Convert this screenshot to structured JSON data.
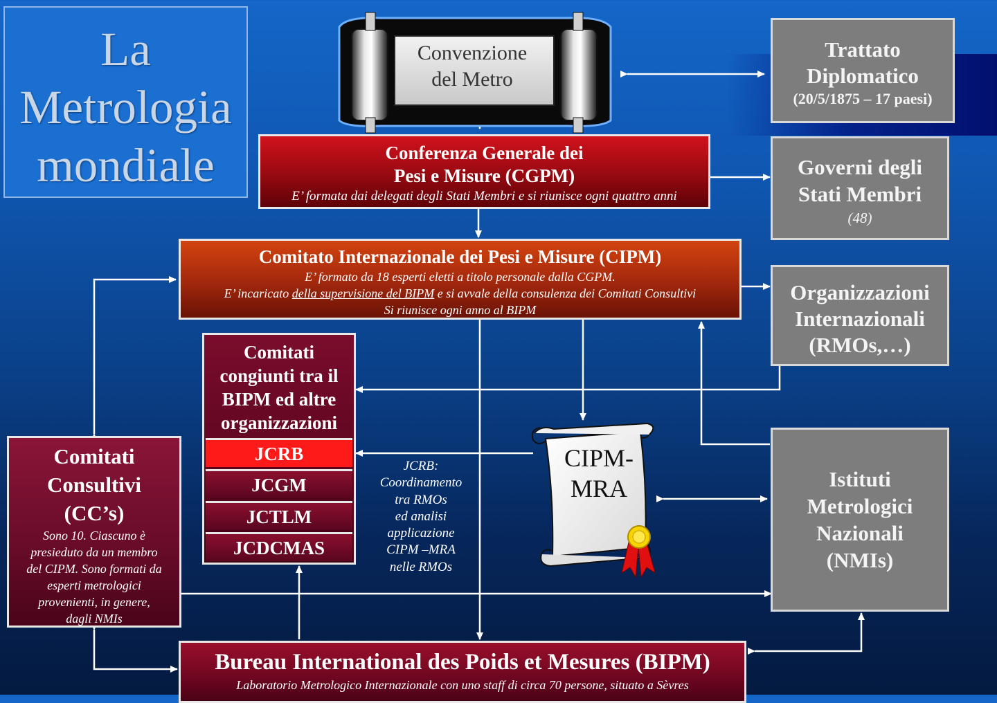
{
  "title": [
    "La",
    "Metrologia",
    "mondiale"
  ],
  "convenzione": [
    "Convenzione",
    "del Metro"
  ],
  "trattato": {
    "line1": "Trattato",
    "line2": "Diplomatico",
    "line3": "(20/5/1875 – 17 paesi)"
  },
  "cgpm": {
    "line1": "Conferenza Generale dei",
    "line2": "Pesi e Misure (CGPM)",
    "note": "E’ formata dai delegati degli Stati Membri e si riunisce ogni quattro anni"
  },
  "governi": {
    "line1": "Governi degli",
    "line2": "Stati Membri",
    "line3": "(48)"
  },
  "cipm": {
    "title": "Comitato Internazionale dei Pesi e Misure (CIPM)",
    "note1": "E’ formato da 18 esperti eletti a titolo personale dalla CGPM.",
    "note2_pre": "E’ incaricato ",
    "note2_link": "della supervisione del BIPM",
    "note2_post": " e si avvale della consulenza dei Comitati Consultivi",
    "note3": "Si riunisce ogni anno al BIPM"
  },
  "org_int": {
    "line1": "Organizzazioni",
    "line2": "Internazionali",
    "line3": "(RMOs,…)"
  },
  "comitati_congiunti": [
    "Comitati",
    "congiunti tra il",
    "BIPM ed altre",
    "organizzazioni"
  ],
  "joint_committees": [
    "JCRB",
    "JCGM",
    "JCTLM",
    "JCDCMAS"
  ],
  "jcrb_note": [
    "JCRB:",
    "Coordinamento",
    "tra RMOs",
    "ed analisi",
    "applicazione",
    "CIPM –MRA",
    "nelle RMOs"
  ],
  "cipm_mra": [
    "CIPM-",
    "MRA"
  ],
  "cc": {
    "line1": "Comitati",
    "line2": "Consultivi",
    "line3": "(CC’s)",
    "note": [
      "Sono 10. Ciascuno è",
      "presieduto da un membro",
      "del CIPM. Sono formati da",
      "esperti metrologici",
      "provenienti, in genere,",
      "dagli NMIs"
    ]
  },
  "nmi": [
    "Istituti",
    "Metrologici",
    "Nazionali",
    "(NMIs)"
  ],
  "bipm": {
    "title": "Bureau International des Poids et Mesures (BIPM)",
    "note": "Laboratorio Metrologico Internazionale con uno staff di circa 70 persone, situato a Sèvres"
  },
  "colors": {
    "jcrb_highlight": "#ff1a1a",
    "arrow": "#ffffff",
    "gray_box": "#7d7d7d"
  }
}
